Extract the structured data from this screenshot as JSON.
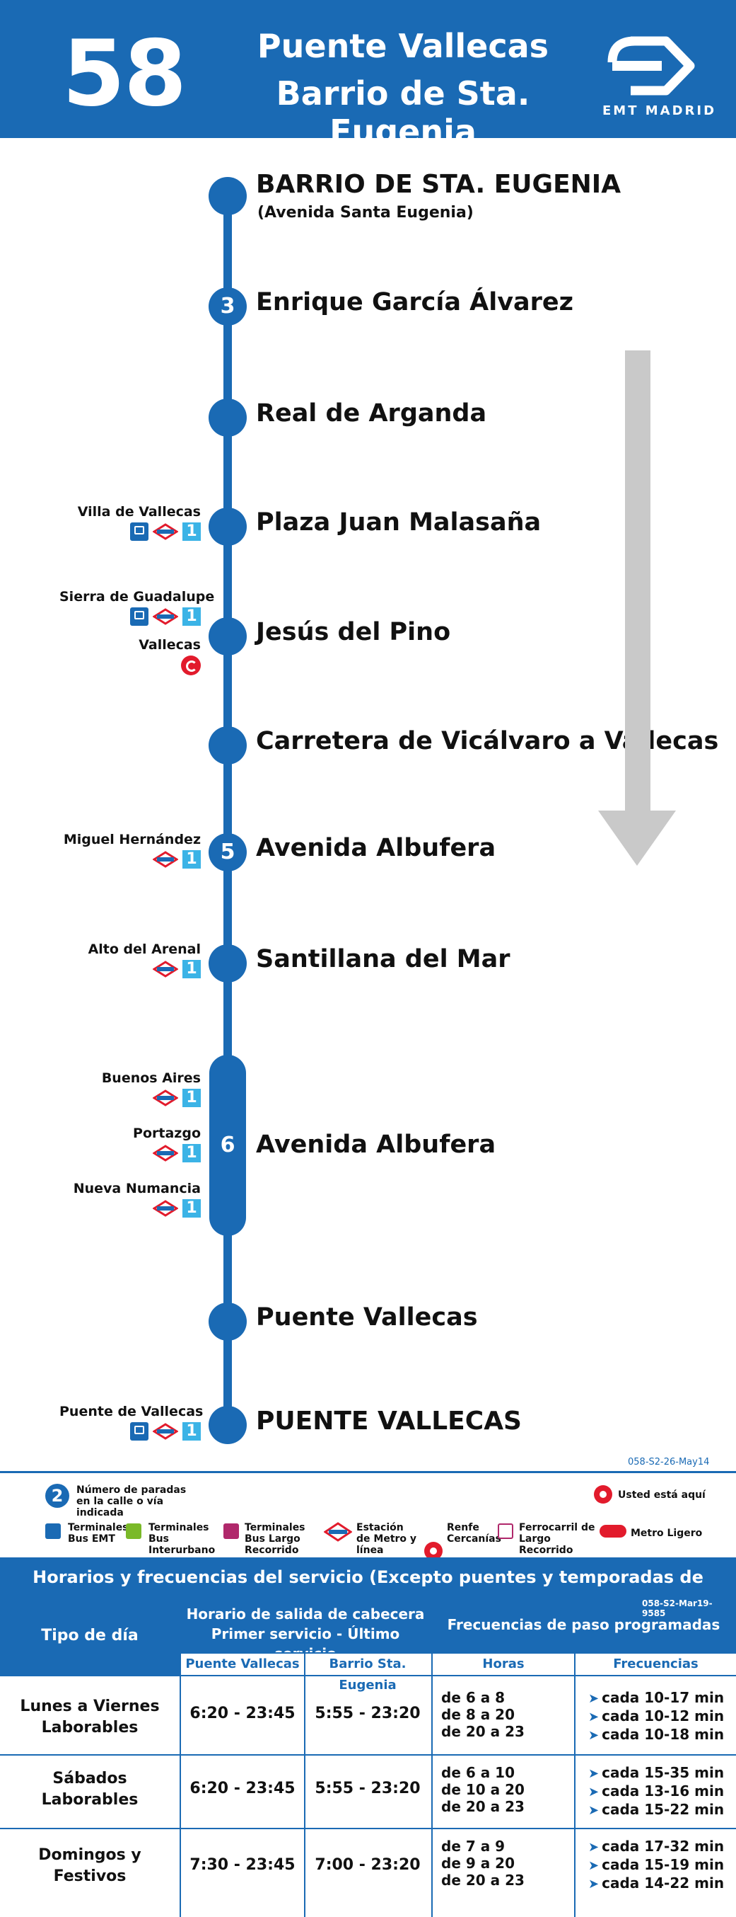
{
  "header": {
    "line_number": "58",
    "title_line1": "Puente Vallecas",
    "title_line2": "Barrio de Sta. Eugenia",
    "brand": "EMT MADRID"
  },
  "stops": [
    {
      "name": "BARRIO DE STA. EUGENIA",
      "sub": "(Avenida Santa Eugenia)",
      "stop_count": ""
    },
    {
      "name": "Enrique García Álvarez",
      "stop_count": "3"
    },
    {
      "name": "Real de Arganda",
      "stop_count": ""
    },
    {
      "name": "Plaza Juan Malasaña",
      "stop_count": ""
    },
    {
      "name": "Jesús del Pino",
      "stop_count": ""
    },
    {
      "name": "Carretera de Vicálvaro a Vallecas",
      "stop_count": ""
    },
    {
      "name": "Avenida Albufera",
      "stop_count": "5"
    },
    {
      "name": "Santillana del Mar",
      "stop_count": ""
    },
    {
      "name": "Avenida Albufera",
      "stop_count": "6"
    },
    {
      "name": "Puente Vallecas",
      "stop_count": ""
    },
    {
      "name": "PUENTE VALLECAS",
      "stop_count": ""
    }
  ],
  "connections": {
    "villa_vallecas": {
      "name": "Villa de Vallecas",
      "line": "1"
    },
    "sierra_guadalupe": {
      "name": "Sierra de Guadalupe",
      "line": "1"
    },
    "vallecas_renfe": {
      "name": "Vallecas"
    },
    "miguel_hernandez": {
      "name": "Miguel Hernández",
      "line": "1"
    },
    "alto_arenal": {
      "name": "Alto del Arenal",
      "line": "1"
    },
    "buenos_aires": {
      "name": "Buenos Aires",
      "line": "1"
    },
    "portazgo": {
      "name": "Portazgo",
      "line": "1"
    },
    "nueva_numancia": {
      "name": "Nueva Numancia",
      "line": "1"
    },
    "puente_vallecas": {
      "name": "Puente de Vallecas",
      "line": "1"
    }
  },
  "codes": {
    "map_code": "058-S2-26-May14",
    "schedule_code": "058-S2-Mar19-9585"
  },
  "legend": {
    "stops_count_num": "2",
    "stops_count_text": "Número de paradas en la calle o vía indicada",
    "you_are_here": "Usted está aquí",
    "items": [
      {
        "label": "Terminales Bus EMT",
        "icon": "bus-emt-icon",
        "color": "#1a6ab4"
      },
      {
        "label": "Terminales Bus Interurbano",
        "icon": "bus-interurbano-icon",
        "color": "#7ab929"
      },
      {
        "label": "Terminales Bus Largo Recorrido",
        "icon": "bus-largo-recorrido-icon",
        "color": "#b0286b"
      },
      {
        "label": "Estación de Metro y línea",
        "icon": "metro-icon",
        "color": "#e21b2c"
      },
      {
        "label": "Renfe Cercanías",
        "icon": "renfe-icon",
        "color": "#e21b2c"
      },
      {
        "label": "Ferrocarril de Largo Recorrido",
        "icon": "train-icon",
        "color": "#b0286b"
      },
      {
        "label": "Metro Ligero",
        "icon": "metro-ligero-icon",
        "color": "#e21b2c"
      }
    ]
  },
  "schedule": {
    "title": "Horarios y frecuencias del servicio (Excepto puentes y temporadas de Semana Santa y Verano)",
    "col_day_type": "Tipo de día",
    "col_departures_l1": "Horario de salida de cabecera",
    "col_departures_l2": "Primer servicio - Último servicio",
    "col_frequencies": "Frecuencias de paso programadas",
    "sub_from_a": "Puente Vallecas",
    "sub_from_b": "Barrio Sta. Eugenia",
    "sub_hours": "Horas",
    "sub_freq": "Frecuencias",
    "rows": [
      {
        "day_l1": "Lunes a Viernes",
        "day_l2": "Laborables",
        "from_a": "6:20 - 23:45",
        "from_b": "5:55 - 23:20",
        "hours": [
          "de 6 a 8",
          "de 8 a 20",
          "de 20 a 23"
        ],
        "freqs": [
          "cada 10-17 min",
          "cada 10-12 min",
          "cada 10-18 min"
        ]
      },
      {
        "day_l1": "Sábados",
        "day_l2": "Laborables",
        "from_a": "6:20 - 23:45",
        "from_b": "5:55 - 23:20",
        "hours": [
          "de 6 a 10",
          "de 10 a 20",
          "de 20 a 23"
        ],
        "freqs": [
          "cada 15-35 min",
          "cada 13-16 min",
          "cada 15-22 min"
        ]
      },
      {
        "day_l1": "Domingos y",
        "day_l2": "Festivos",
        "from_a": "7:30 - 23:45",
        "from_b": "7:00 - 23:20",
        "hours": [
          "de 7 a 9",
          "de 9 a 20",
          "de 20 a 23"
        ],
        "freqs": [
          "cada 17-32 min",
          "cada 15-19 min",
          "cada 14-22 min"
        ]
      }
    ]
  }
}
